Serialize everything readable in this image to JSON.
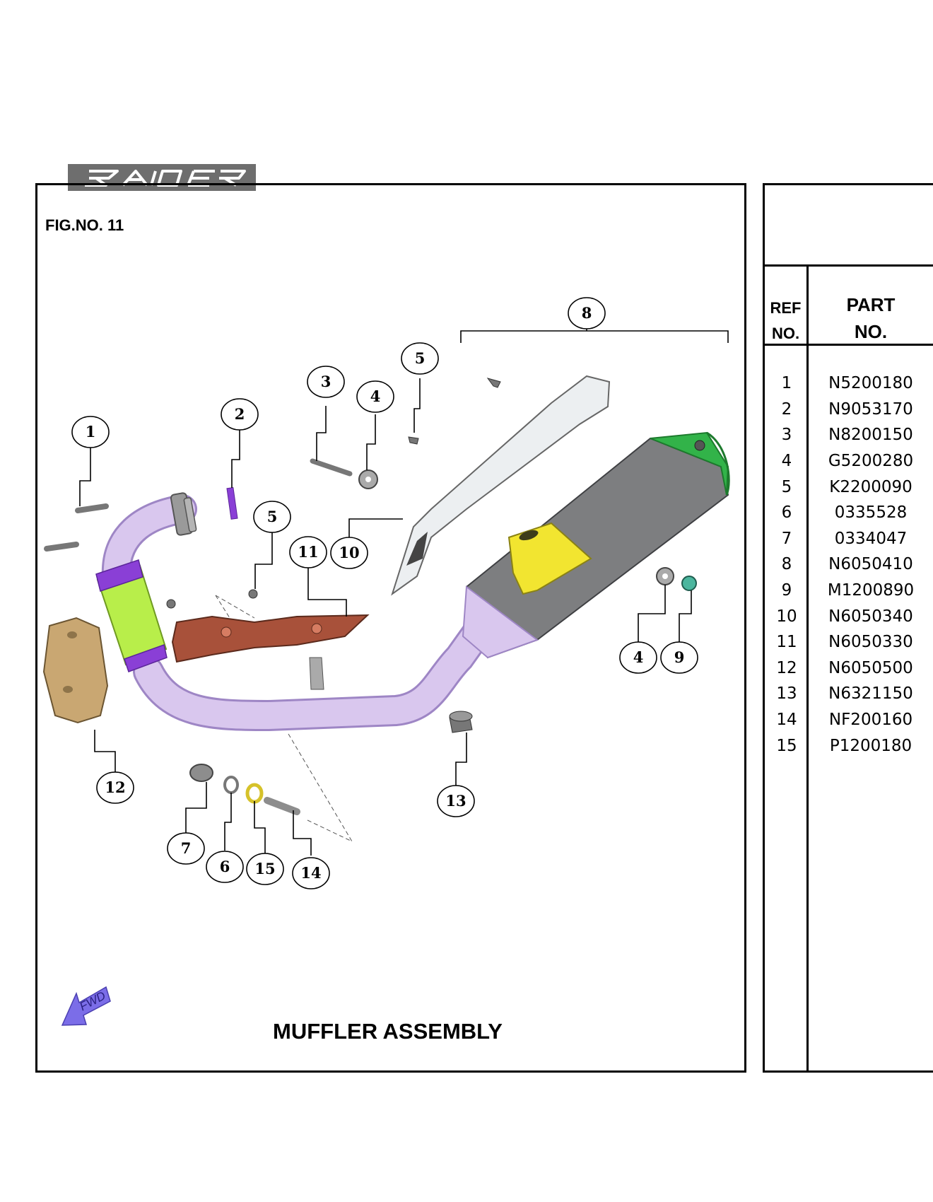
{
  "header": {
    "logo_text": "RAIDER",
    "fig_no": "FIG.NO. 11",
    "title": "MUFFLER ASSEMBLY",
    "fwd_label": "FWD"
  },
  "table": {
    "ref_header": [
      "REF",
      "NO."
    ],
    "part_header": [
      "PART",
      "NO."
    ],
    "rows": [
      {
        "ref": "1",
        "part": "N5200180"
      },
      {
        "ref": "2",
        "part": "N9053170"
      },
      {
        "ref": "3",
        "part": "N8200150"
      },
      {
        "ref": "4",
        "part": "G5200280"
      },
      {
        "ref": "5",
        "part": "K2200090"
      },
      {
        "ref": "6",
        "part": "0335528"
      },
      {
        "ref": "7",
        "part": "0334047"
      },
      {
        "ref": "8",
        "part": "N6050410"
      },
      {
        "ref": "9",
        "part": "M1200890"
      },
      {
        "ref": "10",
        "part": "N6050340"
      },
      {
        "ref": "11",
        "part": "N6050330"
      },
      {
        "ref": "12",
        "part": "N6050500"
      },
      {
        "ref": "13",
        "part": "N6321150"
      },
      {
        "ref": "14",
        "part": "NF200160"
      },
      {
        "ref": "15",
        "part": "P1200180"
      }
    ]
  },
  "callouts": [
    "1",
    "2",
    "3",
    "4",
    "5",
    "5",
    "8",
    "10",
    "11",
    "4",
    "9",
    "12",
    "13",
    "7",
    "6",
    "15",
    "14"
  ],
  "colors": {
    "pipe": "#d9c7ee",
    "catalyst": "#b8ee4a",
    "catalyst_band": "#8a3fd6",
    "muffler_body": "#7d7e80",
    "end_cap": "#32b349",
    "heat_shield_11": "#a8513a",
    "heat_shield_12": "#c9a772",
    "bracket": "#f2e530",
    "fwd_arrow": "#7b6de8"
  }
}
